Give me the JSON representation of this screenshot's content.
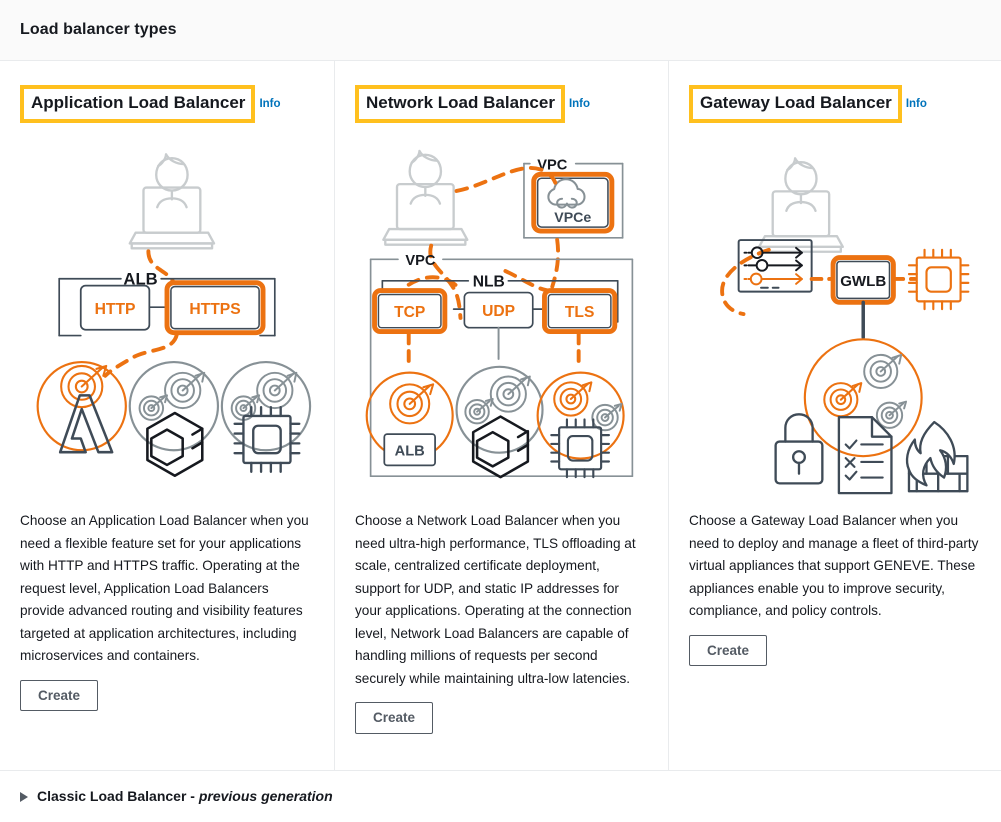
{
  "header": {
    "title": "Load balancer types"
  },
  "colors": {
    "orange": "#ec7211",
    "dark": "#3f4b57",
    "gray": "#879196",
    "focus_yellow": "#ffc01e",
    "link_blue": "#0073bb"
  },
  "cards": [
    {
      "name": "Application Load Balancer",
      "info_label": "Info",
      "description": "Choose an Application Load Balancer when you need a flexible feature set for your applications with HTTP and HTTPS traffic. Operating at the request level, Application Load Balancers provide advanced routing and visibility features targeted at application architectures, including microservices and containers.",
      "create_label": "Create",
      "diagram": {
        "container_label": "ALB",
        "listeners": [
          "HTTP",
          "HTTPS"
        ],
        "selected_listener": "HTTPS",
        "targets": [
          "lambda",
          "container",
          "instance"
        ],
        "icons": [
          "user-laptop-icon",
          "lambda-icon",
          "container-icon",
          "instance-icon",
          "target-group-icon"
        ]
      }
    },
    {
      "name": "Network Load Balancer",
      "info_label": "Info",
      "description": "Choose a Network Load Balancer when you need ultra-high performance, TLS offloading at scale, centralized certificate deployment, support for UDP, and static IP addresses for your applications. Operating at the connection level, Network Load Balancers are capable of handling millions of requests per second securely while maintaining ultra-low latencies.",
      "create_label": "Create",
      "diagram": {
        "vpc_label": "VPC",
        "vpce_vpc_label": "VPC",
        "vpce_label": "VPCe",
        "container_label": "NLB",
        "listeners": [
          "TCP",
          "UDP",
          "TLS"
        ],
        "selected_listeners": [
          "TCP",
          "TLS"
        ],
        "alb_target_label": "ALB",
        "icons": [
          "user-laptop-icon",
          "vpc-endpoint-cloud-icon",
          "container-icon",
          "instance-icon",
          "target-group-icon"
        ]
      }
    },
    {
      "name": "Gateway Load Balancer",
      "info_label": "Info",
      "description": "Choose a Gateway Load Balancer when you need to deploy and manage a fleet of third-party virtual appliances that support GENEVE. These appliances enable you to improve security, compliance, and policy controls.",
      "create_label": "Create",
      "diagram": {
        "container_label": "GWLB",
        "icons": [
          "user-laptop-icon",
          "route-table-icon",
          "instance-icon",
          "lock-icon",
          "compliance-doc-icon",
          "firewall-icon",
          "target-group-icon"
        ]
      }
    }
  ],
  "footer": {
    "expander_label": "Classic Load Balancer - ",
    "expander_italic": "previous generation",
    "expanded": false
  }
}
